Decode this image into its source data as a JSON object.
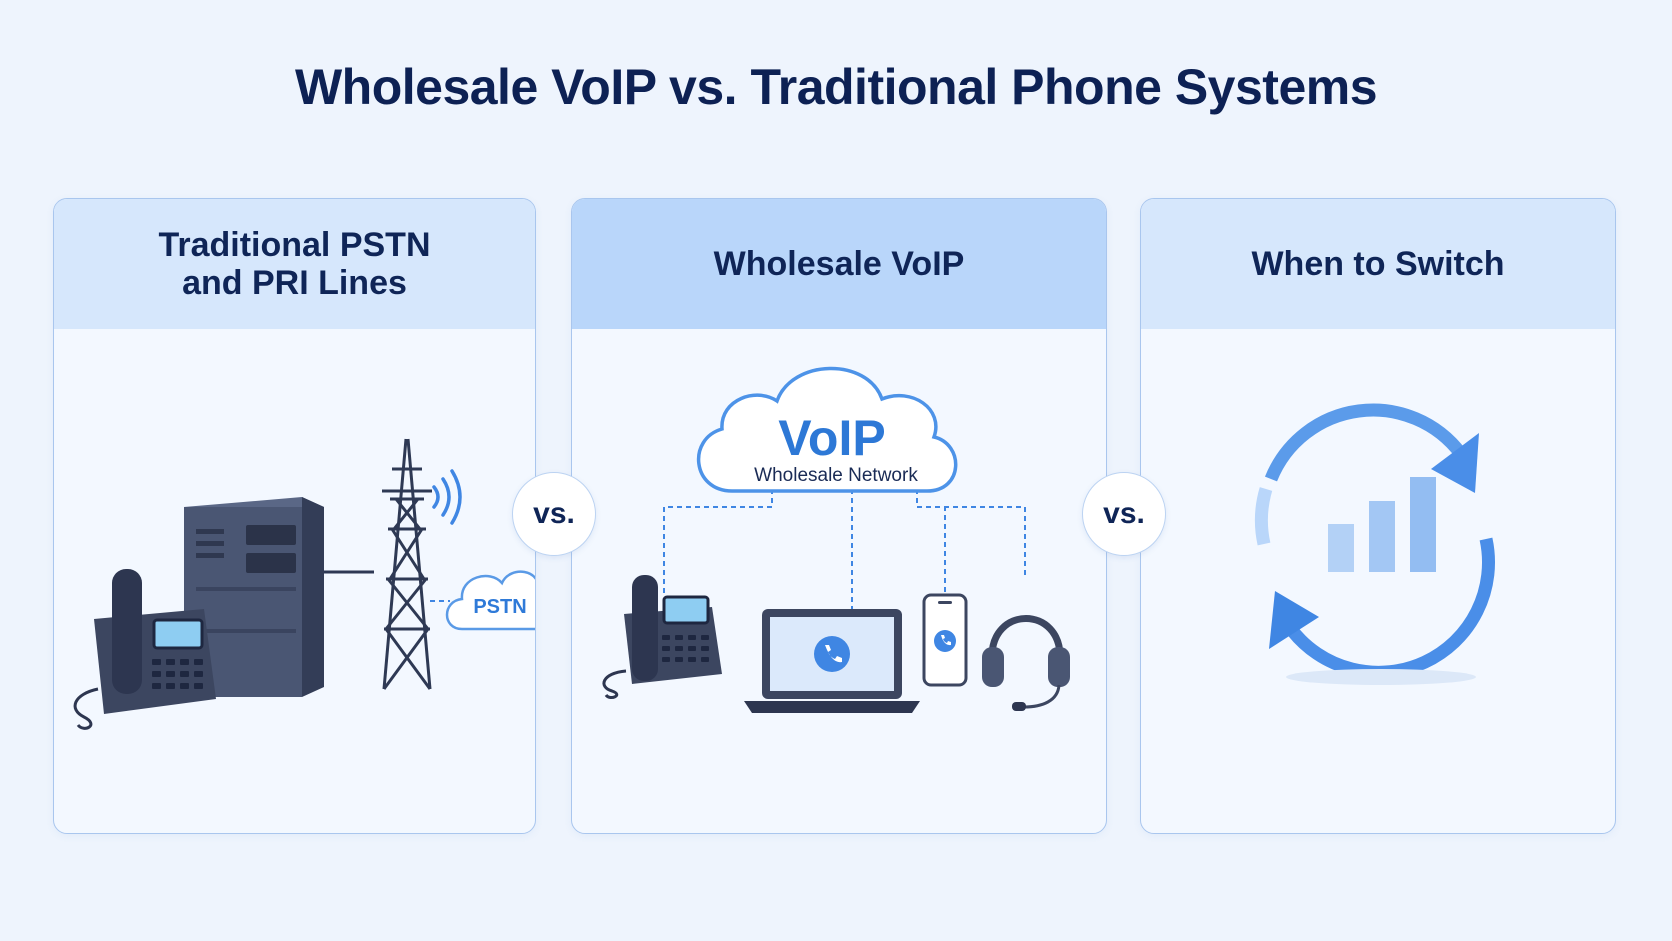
{
  "title": "Wholesale VoIP vs. Traditional Phone Systems",
  "panels": {
    "left": {
      "heading_line1": "Traditional PSTN",
      "heading_line2": "and PRI Lines",
      "cloud_label": "PSTN"
    },
    "center": {
      "heading": "Wholesale VoIP",
      "cloud_title": "VoIP",
      "cloud_subtitle": "Wholesale Network"
    },
    "right": {
      "heading": "When to Switch"
    }
  },
  "vs_label": "vs.",
  "icons": {
    "left": [
      "desk-phone-icon",
      "server-icon",
      "transmission-tower-icon",
      "signal-waves-icon",
      "cloud-icon"
    ],
    "center": [
      "cloud-icon",
      "desk-phone-icon",
      "laptop-icon",
      "phone-call-icon",
      "smartphone-icon",
      "headset-icon"
    ],
    "right": [
      "refresh-cycle-icon",
      "bar-chart-icon"
    ]
  },
  "colors": {
    "background": "#eef4fd",
    "title": "#0d2154",
    "accent_blue": "#3f86e3",
    "header_center": "#b9d6fa",
    "header_side": "#d6e7fc",
    "device_dark": "#3c4660"
  }
}
